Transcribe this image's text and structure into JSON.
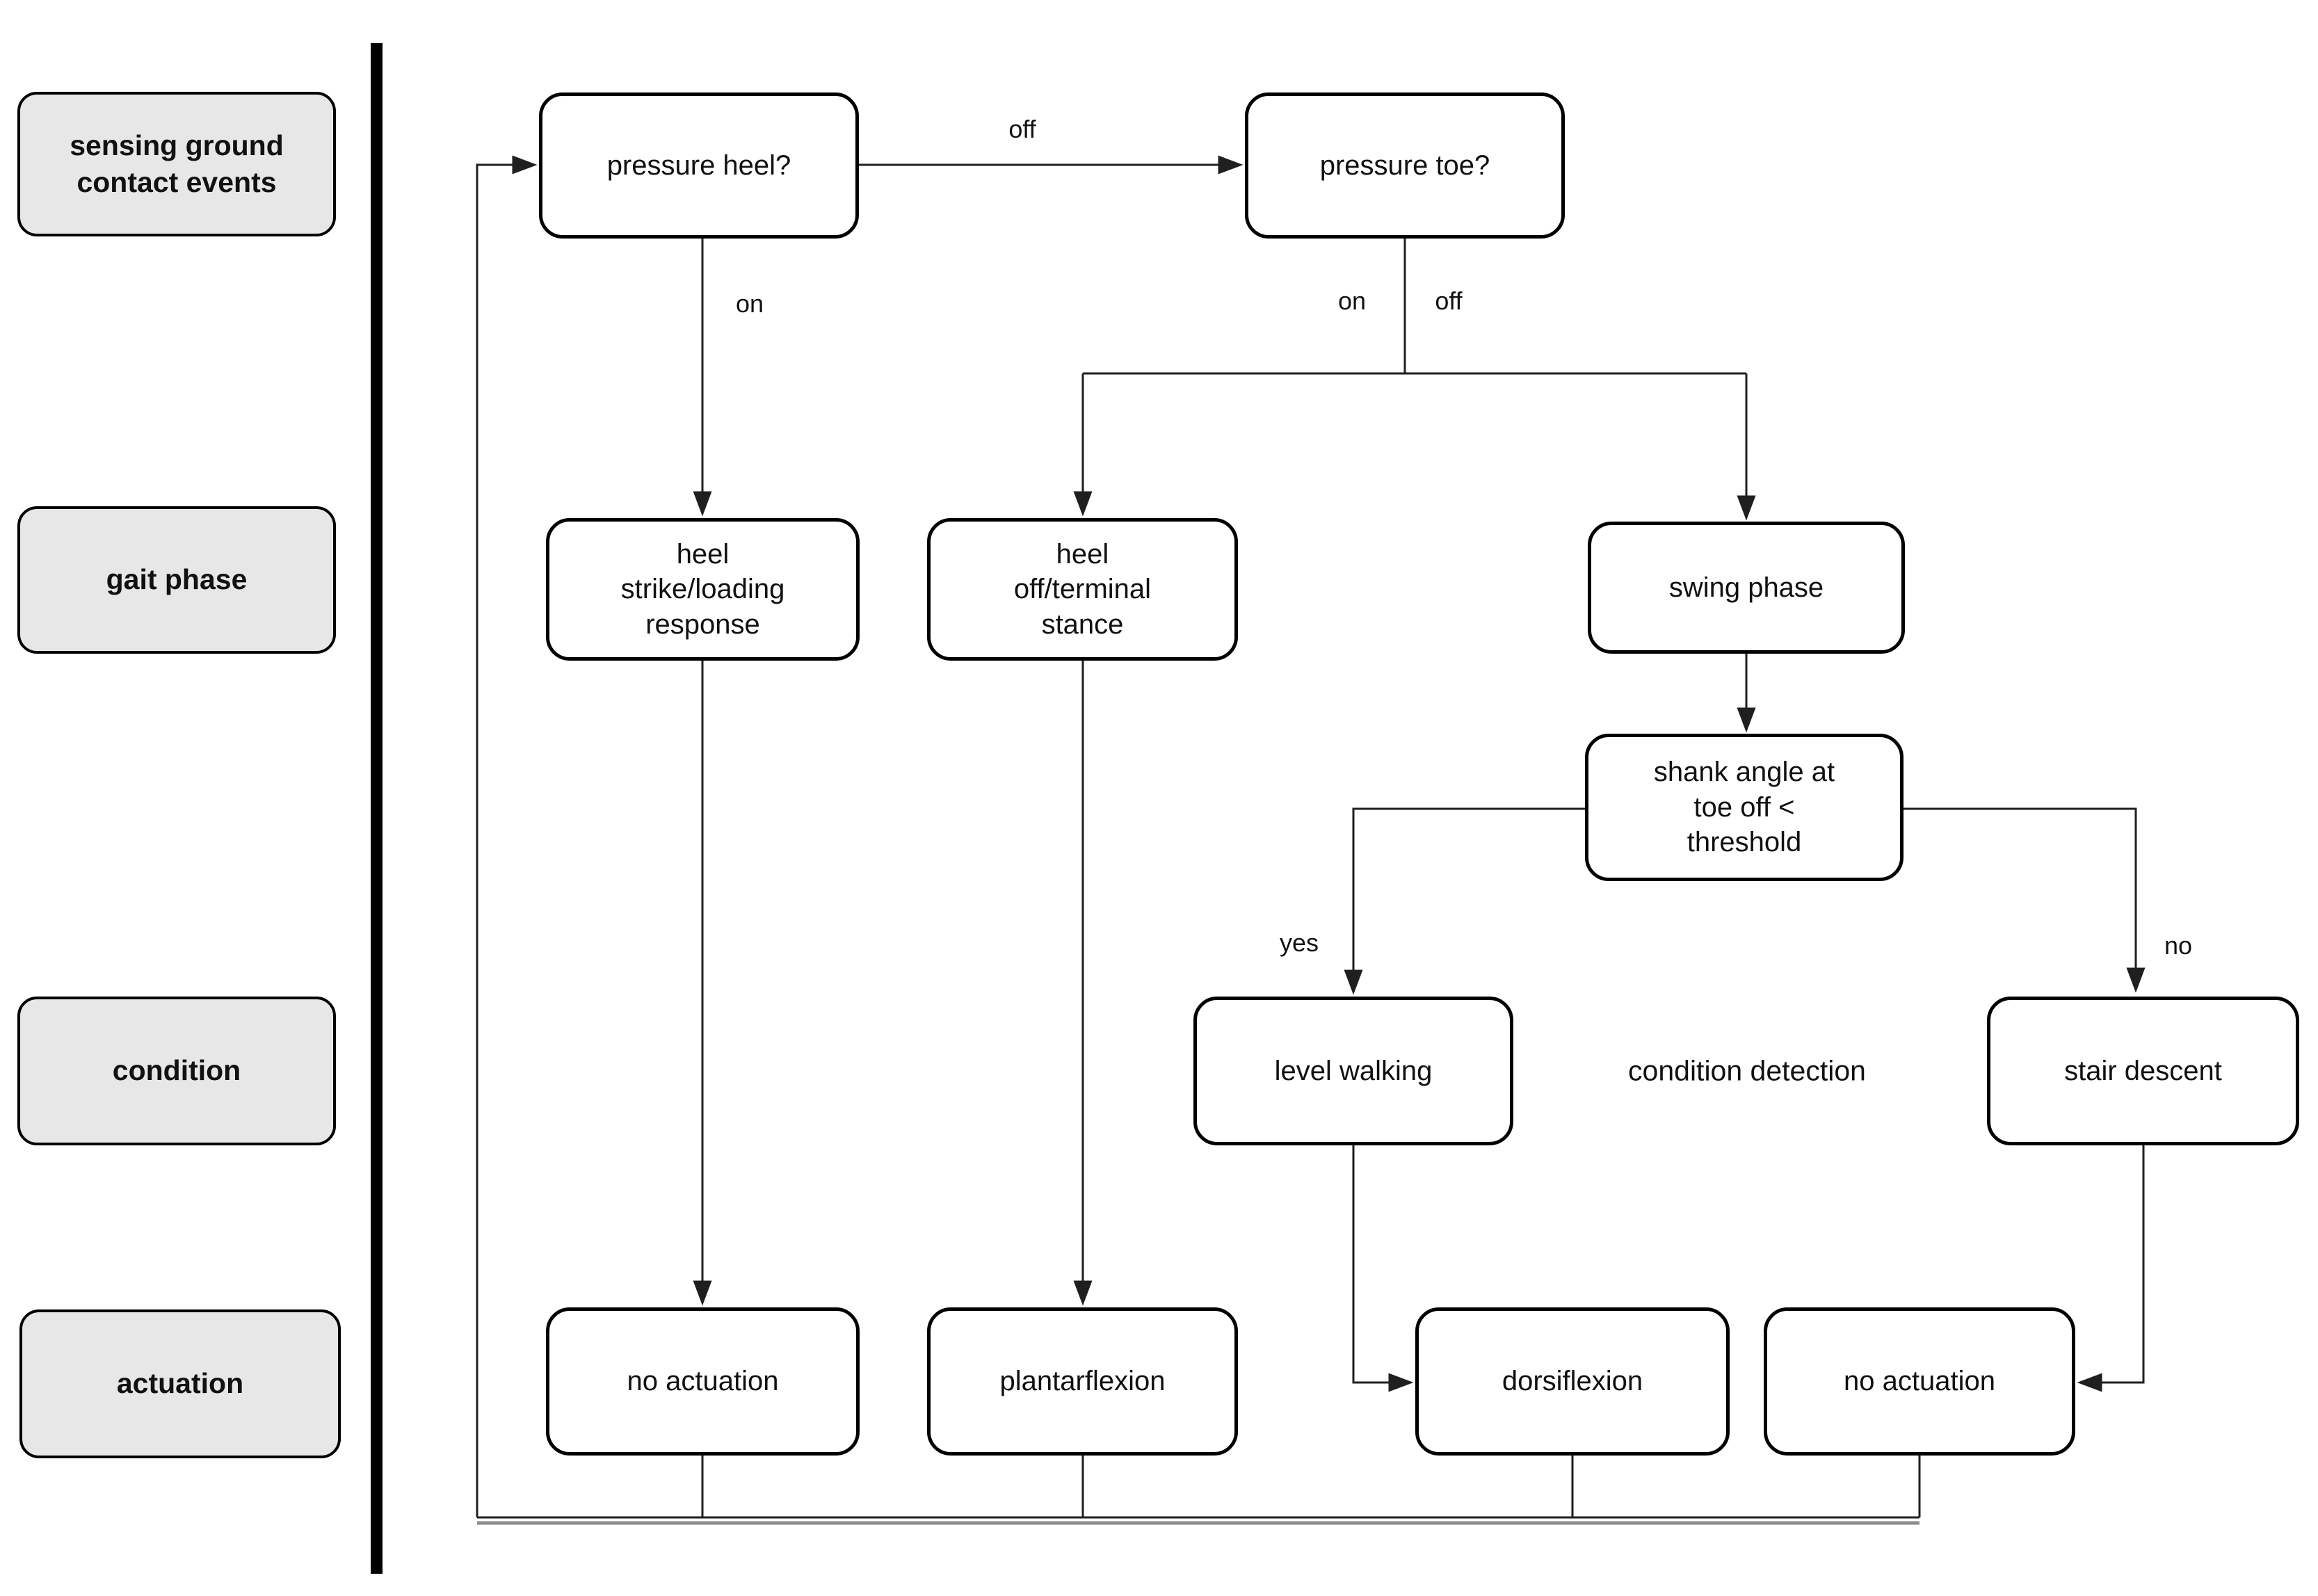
{
  "row_labels": {
    "sensing": "sensing ground\ncontact events",
    "gait_phase": "gait phase",
    "condition": "condition",
    "actuation": "actuation"
  },
  "nodes": {
    "pressure_heel": "pressure heel?",
    "pressure_toe": "pressure toe?",
    "heel_strike": "heel\nstrike/loading\nresponse",
    "heel_off": "heel\noff/terminal\nstance",
    "swing_phase": "swing phase",
    "shank_angle": "shank angle at\ntoe off <\nthreshold",
    "level_walking": "level walking",
    "stair_descent": "stair descent",
    "no_actuation_left": "no actuation",
    "plantarflexion": "plantarflexion",
    "dorsiflexion": "dorsiflexion",
    "no_actuation_right": "no actuation"
  },
  "edge_labels": {
    "heel_to_toe_off": "off",
    "heel_on": "on",
    "toe_on": "on",
    "toe_off": "off",
    "yes": "yes",
    "no": "no"
  },
  "annotations": {
    "condition_detection": "condition detection"
  },
  "colors": {
    "bg": "#ffffff",
    "node_fill": "#ffffff",
    "label_fill": "#e7e7e7",
    "border": "#000000",
    "line": "#1f1f1f",
    "feedback": "#8c8c8c",
    "text": "#111111"
  }
}
